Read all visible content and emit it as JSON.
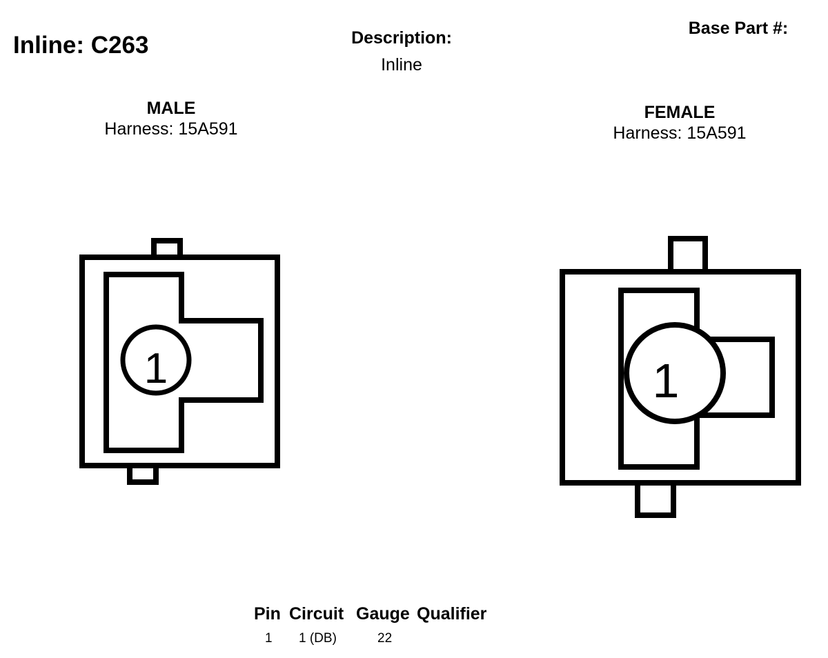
{
  "connector": {
    "title": "Inline: C263",
    "description_label": "Description:",
    "description_value": "Inline",
    "base_part_label": "Base Part #:"
  },
  "male": {
    "heading": "MALE",
    "harness": "Harness: 15A591",
    "pin_label": "1"
  },
  "female": {
    "heading": "FEMALE",
    "harness": "Harness: 15A591",
    "pin_label": "1"
  },
  "pin_table": {
    "headers": {
      "pin": "Pin",
      "circuit": "Circuit",
      "gauge": "Gauge",
      "qualifier": "Qualifier"
    },
    "rows": [
      {
        "pin": "1",
        "circuit": "1 (DB)",
        "gauge": "22",
        "qualifier": ""
      }
    ]
  }
}
